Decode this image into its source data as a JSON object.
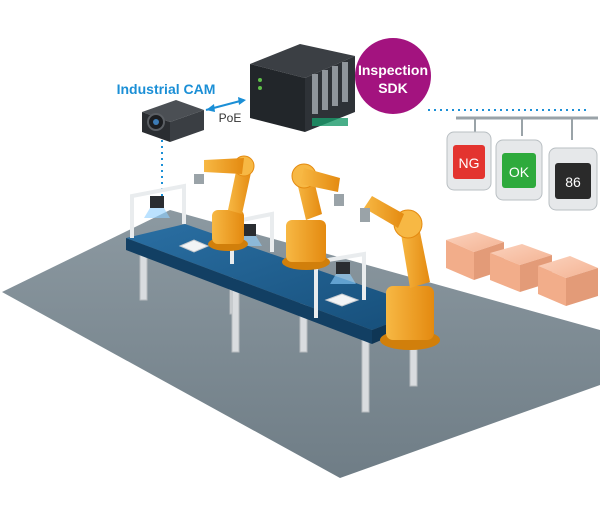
{
  "labels": {
    "camera": "Industrial CAM",
    "link": "PoE",
    "sdk_line1": "Inspection",
    "sdk_line2": "SDK"
  },
  "indicators": [
    {
      "text": "NG",
      "color": "#e3342f"
    },
    {
      "text": "OK",
      "color": "#2eaa3c"
    },
    {
      "text": "86",
      "color": "#2a2a2a"
    }
  ],
  "colors": {
    "floor": "#7d8b93",
    "belt": "#1f5f8e",
    "robot": "#f2a11e",
    "sdk": "#a3137f",
    "accent": "#1b8fd6",
    "box": "#f6b99a"
  },
  "icons": {
    "camera": "camera-icon",
    "computer": "embedded-computer-icon",
    "robot": "robot-arm-icon",
    "box": "cardboard-box-icon"
  }
}
